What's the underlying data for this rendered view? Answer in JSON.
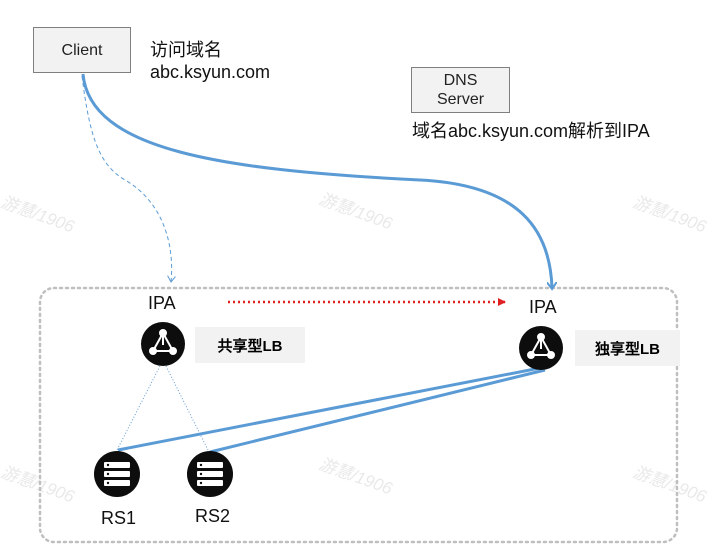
{
  "client_box": {
    "label": "Client"
  },
  "client_note": {
    "line1": "访问域名",
    "line2": "abc.ksyun.com"
  },
  "dns_box": {
    "line1": "DNS",
    "line2": "Server"
  },
  "dns_note": "域名abc.ksyun.com解析到IPA",
  "shared_lb": {
    "ip_label": "IPA",
    "tag": "共享型LB",
    "icon": "triangle-network-icon"
  },
  "dedicated_lb": {
    "ip_label": "IPA",
    "tag": "独享型LB",
    "icon": "triangle-network-icon"
  },
  "real_servers": [
    {
      "label": "RS1",
      "icon": "server-icon"
    },
    {
      "label": "RS2",
      "icon": "server-icon"
    }
  ],
  "watermark": "游慧/1906",
  "colors": {
    "primary_line": "#5b9bd5",
    "migration_arrow": "#e02020",
    "node_fill": "#0d0d0d",
    "container_border": "#bfbfbf"
  }
}
